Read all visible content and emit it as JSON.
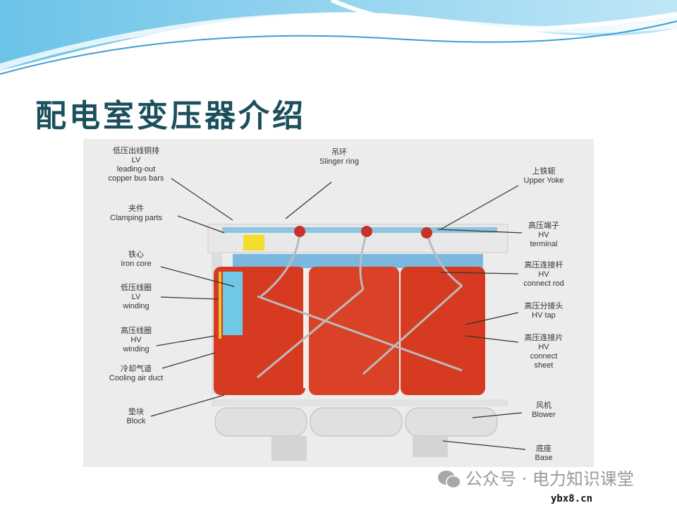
{
  "slide": {
    "title": "配电室变压器介绍"
  },
  "labels": {
    "lv_bus": [
      "低压出线铜排",
      "LV",
      "leading-out",
      "copper bus bars"
    ],
    "clamping": [
      "夹件",
      "Clamping parts"
    ],
    "iron_core": [
      "铁心",
      "Iron core"
    ],
    "lv_winding": [
      "低压线圈",
      "LV",
      "winding"
    ],
    "hv_winding": [
      "高压线圈",
      "HV",
      "winding"
    ],
    "cooling": [
      "冷却气道",
      "Cooling air duct"
    ],
    "block": [
      "垫块",
      "Block"
    ],
    "slinger": [
      "吊环",
      "Slinger ring"
    ],
    "upper_yoke": [
      "上铁轭",
      "Upper Yoke"
    ],
    "hv_terminal": [
      "高压端子",
      "HV",
      "terminal"
    ],
    "hv_rod": [
      "高压连接杆",
      "HV",
      "connect rod"
    ],
    "hv_tap": [
      "高压分接头",
      "HV tap"
    ],
    "hv_sheet": [
      "高压连接片",
      "HV",
      "connect",
      "sheet"
    ],
    "blower": [
      "风机",
      "Blower"
    ],
    "base": [
      "底座",
      "Base"
    ]
  },
  "watermark": {
    "text": "公众号 · 电力知识课堂",
    "site": "ybx8.cn",
    "icon": "wechat-icon"
  },
  "colors": {
    "title": "#1b4f5c",
    "coil": "#d63b22",
    "wave": "#4aa8d8"
  }
}
